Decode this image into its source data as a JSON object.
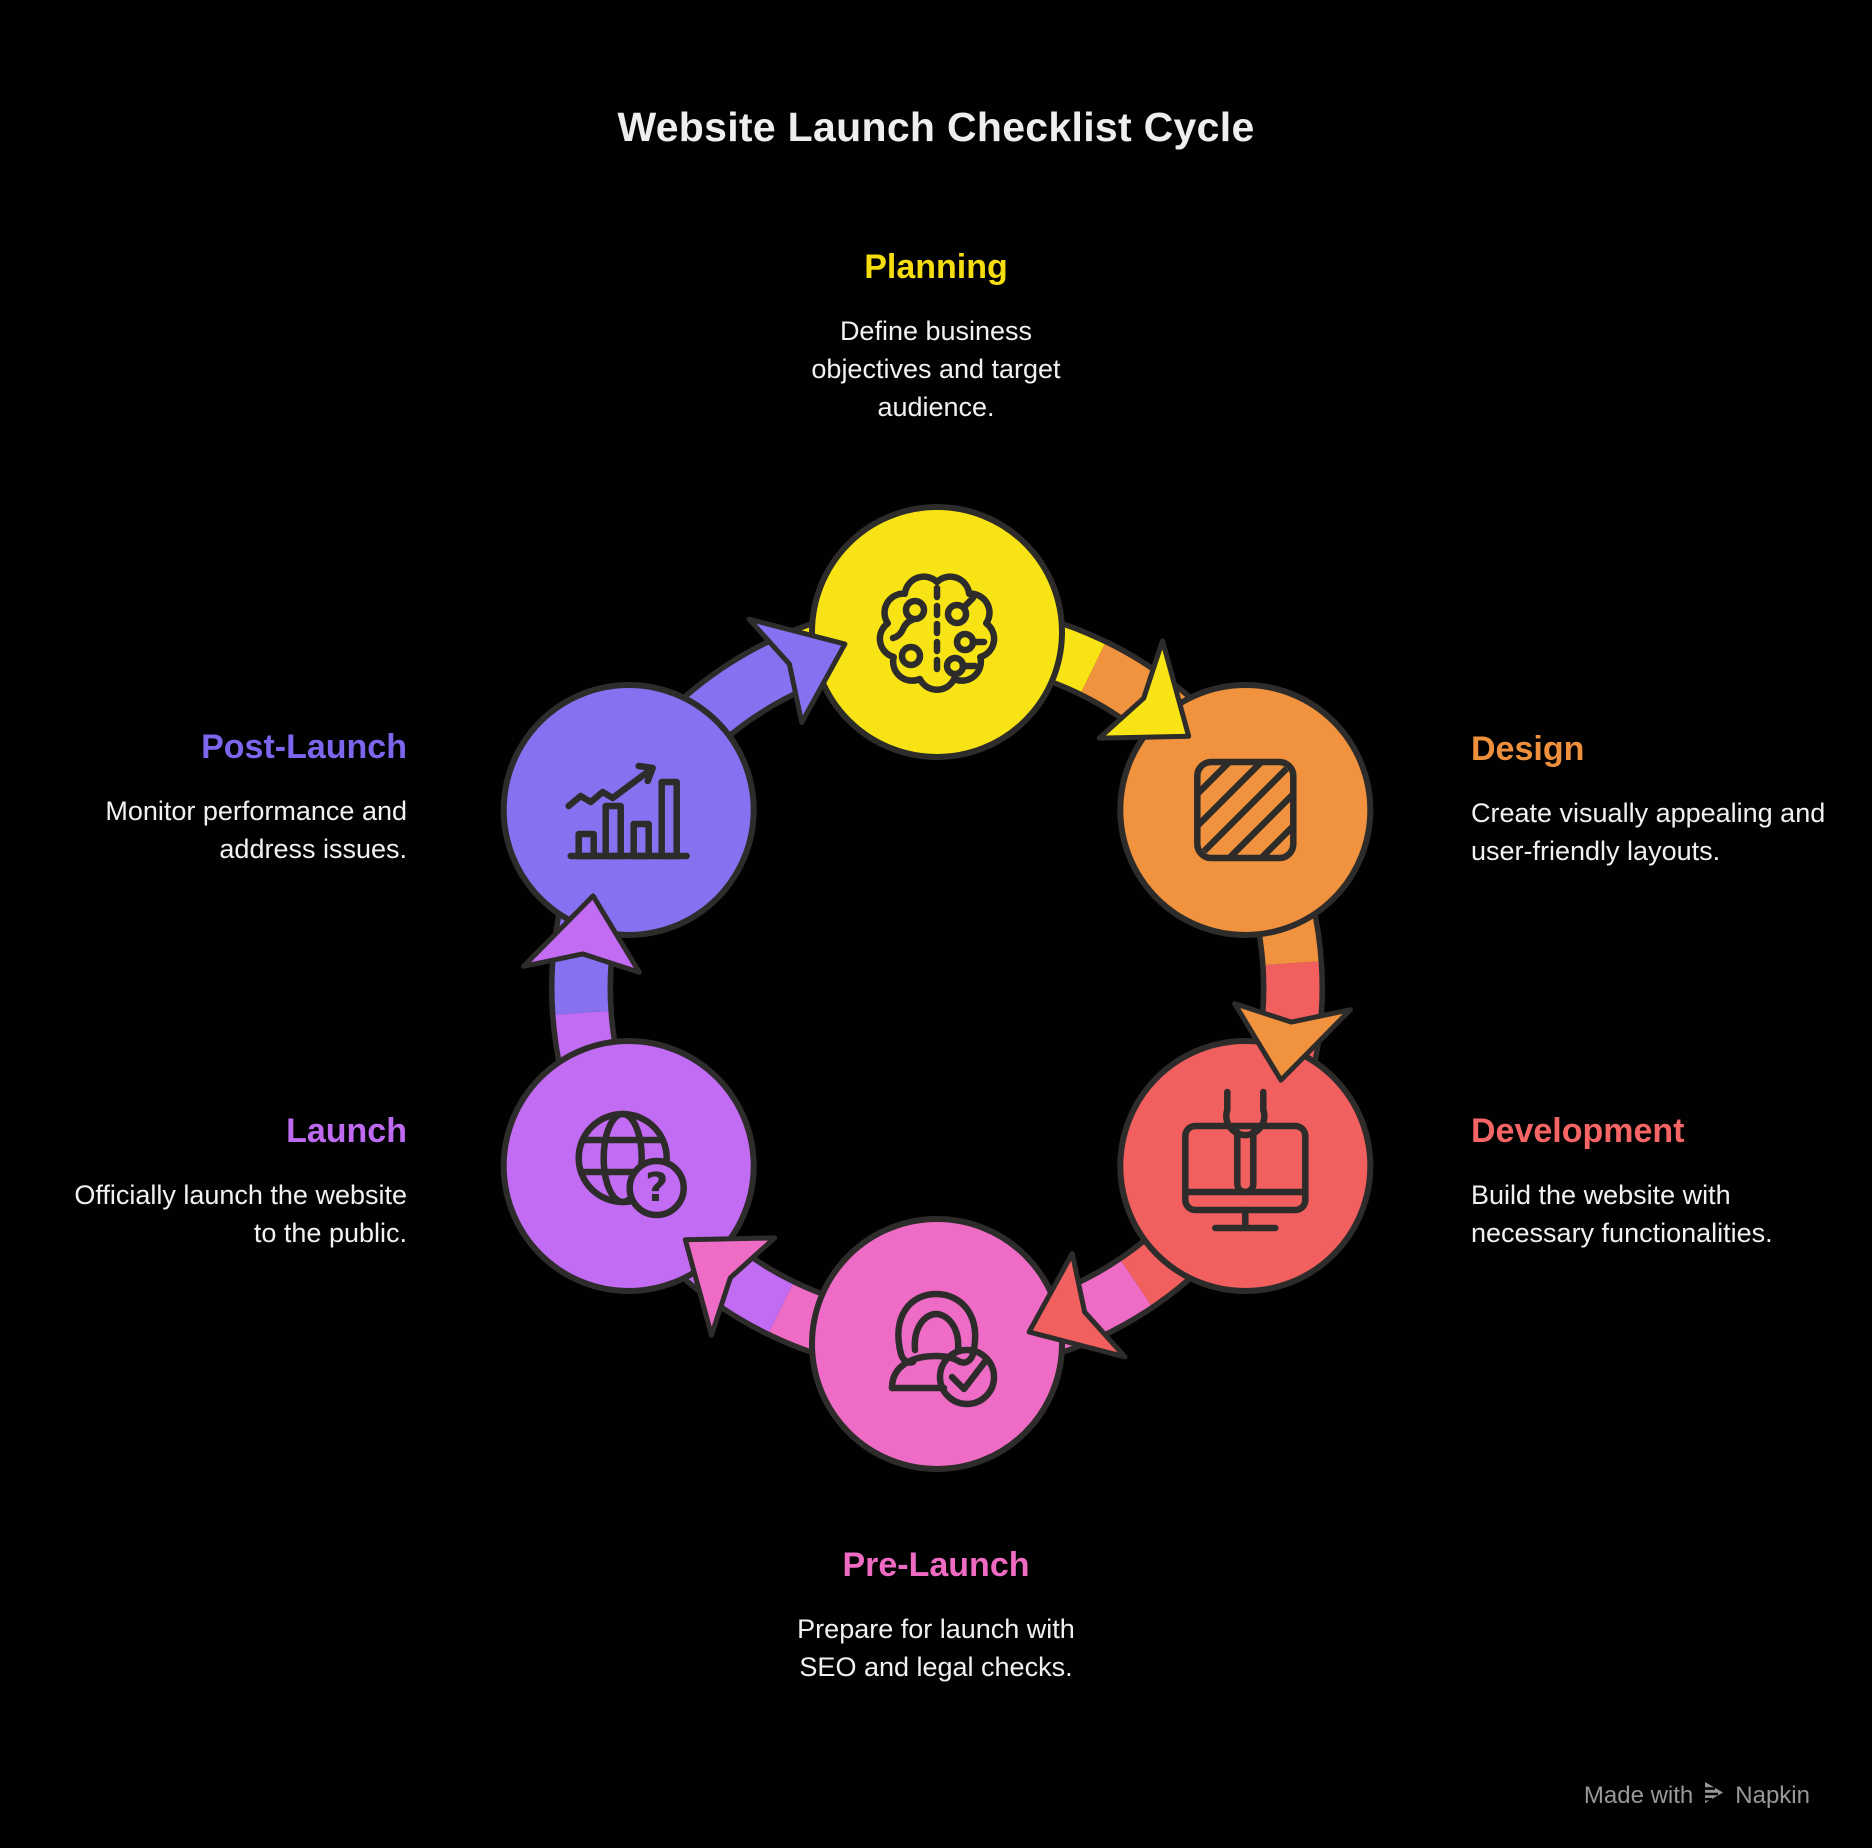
{
  "title": "Website Launch Checklist Cycle",
  "stages": [
    {
      "id": "planning",
      "label": "Planning",
      "description": "Define business objectives and target audience.",
      "color": "#f5dd0e",
      "circle_color": "#f8e414",
      "icon": "brain-circuit-icon"
    },
    {
      "id": "design",
      "label": "Design",
      "description": "Create visually appealing and user-friendly layouts.",
      "color": "#ef913c",
      "circle_color": "#f0923e",
      "icon": "hatched-square-icon"
    },
    {
      "id": "development",
      "label": "Development",
      "description": "Build the website with necessary functionalities.",
      "color": "#f56565",
      "circle_color": "#f25f5f",
      "icon": "monitor-wrench-icon"
    },
    {
      "id": "pre-launch",
      "label": "Pre-Launch",
      "description": "Prepare for launch with SEO and legal checks.",
      "color": "#ef6bc3",
      "circle_color": "#ef6cc6",
      "icon": "user-check-icon"
    },
    {
      "id": "launch",
      "label": "Launch",
      "description": "Officially launch the website to the public.",
      "color": "#be6bf1",
      "circle_color": "#c16cf3",
      "icon": "globe-question-icon"
    },
    {
      "id": "post-launch",
      "label": "Post-Launch",
      "description": "Monitor performance and address issues.",
      "color": "#7a67ee",
      "circle_color": "#8671f0",
      "icon": "bar-chart-growth-icon"
    }
  ],
  "footer": {
    "made_with": "Made with",
    "brand": "Napkin",
    "logo_icon": "napkin-logo-icon"
  },
  "colors": {
    "background": "#010101",
    "outline": "#2e2c2a",
    "title_text": "#efeeec",
    "body_text": "#f2f1ef",
    "footer_text": "#989898"
  }
}
